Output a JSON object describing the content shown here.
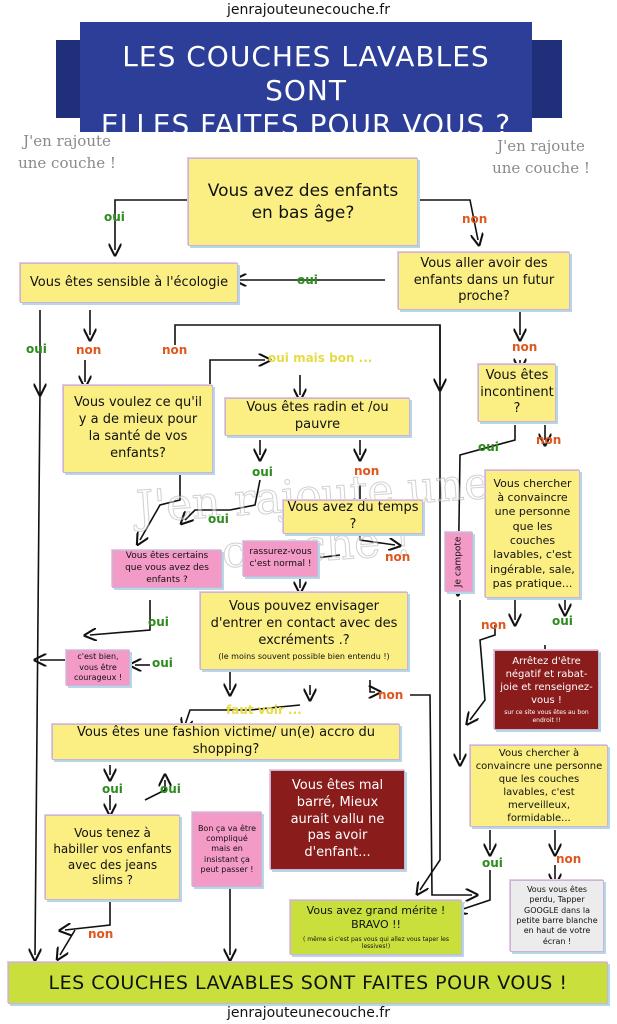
{
  "site": "jenrajouteunecouche.fr",
  "title": {
    "line1": "LES COUCHES LAVABLES SONT",
    "line2": "ELLES FAITES POUR VOUS ?"
  },
  "stamp": {
    "line1": "J'en rajoute",
    "line2": "une couche !"
  },
  "watermark": "J'en rajoute une couche !",
  "labels": {
    "oui": "oui",
    "non": "non",
    "oui_mais_bon": "oui mais bon ...",
    "faut_voir": "faut voir ..."
  },
  "nodes": {
    "enfants": "Vous avez des enfants en bas âge?",
    "ecologie": "Vous êtes sensible à l'écologie",
    "futur": "Vous aller avoir des enfants dans un futur proche?",
    "mieux": "Vous voulez ce qu'il y a de mieux pour la santé de vos enfants?",
    "radin": "Vous êtes radin  et /ou pauvre",
    "incontinent": "Vous êtes incontinent ?",
    "chercher_ingerable": "Vous chercher à convaincre une personne que les couches lavables, c'est ingérable, sale, pas pratique...",
    "temps": "Vous avez du temps ?",
    "certains": "Vous êtes certains que vous avez des enfants ?",
    "rassurez": "rassurez-vous c'est normal !",
    "campote": "Je campote",
    "contact": "Vous pouvez envisager d'entrer en contact avec des excréments .?",
    "contact_note": "(le moins souvent possible bien entendu !)",
    "courageux": "c'est bien, vous être courageux !",
    "arretez": "Arrêtez d'être négatif et rabat-joie et renseignez-vous !",
    "arretez_note": "sur ce site vous êtes au bon endroit !!",
    "fashion": "Vous êtes une fashion victime/ un(e) accro du shopping?",
    "chercher_merveilleux": "Vous chercher à convaincre une personne que les couches lavables, c'est merveilleux, formidable...",
    "jeans": "Vous tenez à habiller vos enfants avec des jeans slims ?",
    "bon": "Bon ça va être compliqué mais en insistant ça peut passer !",
    "barre": "Vous êtes mal barré, Mieux aurait vallu ne  pas avoir d'enfant...",
    "merite": "Vous avez grand mérite ! BRAVO !!",
    "merite_note": "( même si c'est pas vous qui allez vous taper les lessives!)",
    "perdu": "Vous vous êtes perdu, Tapper GOOGLE dans la petite barre blanche en haut de votre écran !"
  },
  "conclusion": "LES COUCHES LAVABLES SONT FAITES POUR VOUS !",
  "colors": {
    "banner": "#2c3e97",
    "yellow": "#fbef84",
    "pink": "#f39ac6",
    "red": "#8b1c1c",
    "green": "#c9df3c",
    "oui": "#2e8b1e",
    "non": "#e0561d"
  }
}
